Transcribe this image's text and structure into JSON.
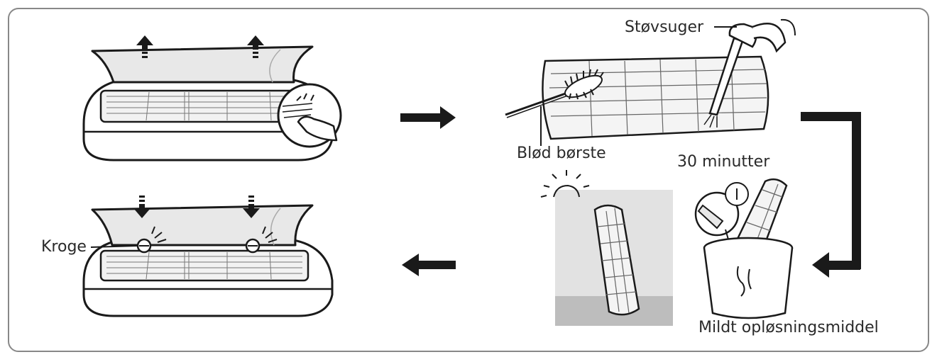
{
  "labels": {
    "vacuum": "Støvsuger",
    "brush": "Blød børste",
    "minutes": "30 minutter",
    "detergent": "Mildt opløsningsmiddel",
    "hooks": "Kroge"
  },
  "colors": {
    "line": "#1a1a1a",
    "panel": "#e8e8e8",
    "shadow": "#bdbdbd",
    "drying_bg": "#e2e2e2"
  }
}
